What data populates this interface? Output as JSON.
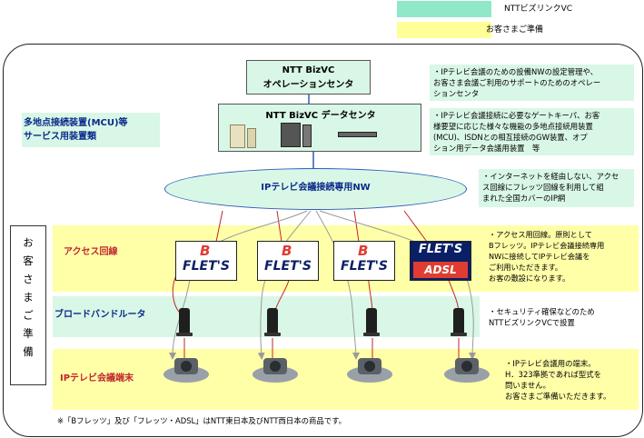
{
  "legend": {
    "items": [
      {
        "label": "NTTビズリンクVC",
        "color": "#8fe8c8"
      },
      {
        "label": "お客さまご準備",
        "color": "#ffff99"
      }
    ]
  },
  "colors": {
    "green_area": "#d9f7e6",
    "yellow_area": "#ffffa8",
    "nw_border": "#2e5cb8",
    "line_red": "#c0262d",
    "line_gray": "#9a9a9a"
  },
  "ops_center": {
    "line1": "NTT BizVC",
    "line2": "オペレーションセンタ"
  },
  "data_center": {
    "title": "NTT BizVC データセンタ"
  },
  "mcu_label": {
    "line1": "多地点接続装置(MCU)等",
    "line2": "サービス用装置類"
  },
  "network": {
    "label": "IPテレビ会議接続専用NW"
  },
  "notes": {
    "ops": [
      "・IPテレビ会議のための設備NWの設定管理や、",
      "お客さま会議ご利用のサポートのためのオペレー",
      "ションセンタ"
    ],
    "dc": [
      "・IPテレビ会議接続に必要なゲートキーパ、お客",
      "様要望に応じた様々な機能の多地点接続用装置",
      "(MCU)、ISDNとの相互接続のGW装置、オプ",
      "ション用データ会議用装置　等"
    ],
    "nw": [
      "・インターネットを経由しない、アクセ",
      "ス回線にフレッツ回線を利用して組",
      "まれた全国カバーのIP網"
    ],
    "access": [
      "・アクセス用回線。原則として",
      "Bフレッツ。IPテレビ会議接続専用",
      "NWに接続してIPテレビ会議を",
      "ご利用いただきます。",
      "お客の敷設になります。"
    ],
    "router": [
      "・セキュリティ確保などのため",
      "NTTビズリンクVCで設置"
    ],
    "terminal": [
      "・IPテレビ会議用の端末。",
      "H．323準拠であれば型式を",
      "問いません。",
      "お客さまご準備いただきます。"
    ]
  },
  "rows": {
    "access": "アクセス回線",
    "router": "ブロードバンドルータ",
    "terminal": "IPテレビ会議端末"
  },
  "customer_label": [
    "お",
    "客",
    "さ",
    "ま",
    "ご",
    "準",
    "備"
  ],
  "flets": [
    {
      "type": "B",
      "badge": "B",
      "word": "FLET'S"
    },
    {
      "type": "B",
      "badge": "B",
      "word": "FLET'S"
    },
    {
      "type": "B",
      "badge": "B",
      "word": "FLET'S"
    },
    {
      "type": "ADSL",
      "word": "FLET'S",
      "sub": "ADSL"
    }
  ],
  "footnote": "※「Bフレッツ」及び「フレッツ・ADSL」はNTT東日本及びNTT西日本の商品です。"
}
